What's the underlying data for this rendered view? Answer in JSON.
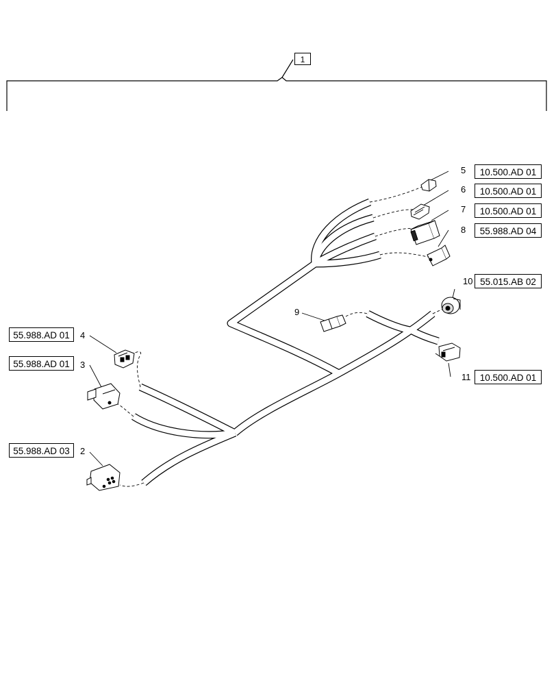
{
  "assembly": {
    "item_number": "1"
  },
  "parts": [
    {
      "callout": "2",
      "reference": "55.988.AD 03"
    },
    {
      "callout": "3",
      "reference": "55.988.AD 01"
    },
    {
      "callout": "4",
      "reference": "55.988.AD 01"
    },
    {
      "callout": "5",
      "reference": "10.500.AD 01"
    },
    {
      "callout": "6",
      "reference": "10.500.AD 01"
    },
    {
      "callout": "7",
      "reference": "10.500.AD 01"
    },
    {
      "callout": "8",
      "reference": "55.988.AD 04"
    },
    {
      "callout": "9",
      "reference": ""
    },
    {
      "callout": "10",
      "reference": "55.015.AB 02"
    },
    {
      "callout": "11",
      "reference": "10.500.AD 01"
    }
  ]
}
